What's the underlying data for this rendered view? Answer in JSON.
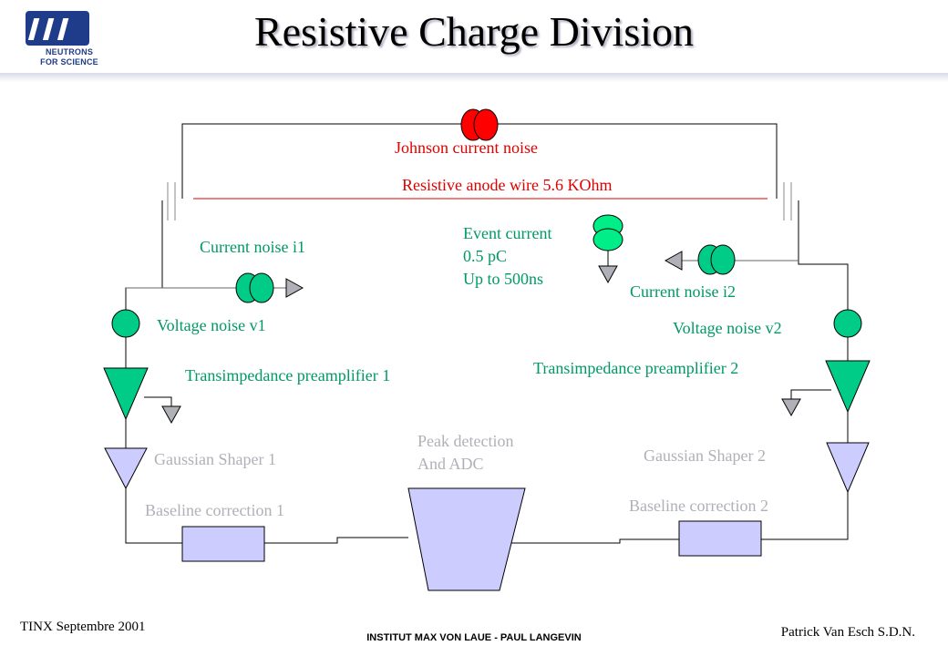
{
  "title": "Resistive Charge Division",
  "logo": {
    "line1": "NEUTRONS",
    "line2": "FOR SCIENCE"
  },
  "labels": {
    "johnson_noise": "Johnson current noise",
    "anode_wire": "Resistive anode wire 5.6 KOhm",
    "event_current_1": "Event current",
    "event_current_2": "0.5 pC",
    "event_current_3": "Up to 500ns",
    "current_noise_i1": "Current noise i1",
    "current_noise_i2": "Current noise i2",
    "voltage_noise_v1": "Voltage noise v1",
    "voltage_noise_v2": "Voltage noise v2",
    "preamp_1": "Transimpedance preamplifier 1",
    "preamp_2": "Transimpedance preamplifier 2",
    "shaper_1": "Gaussian Shaper 1",
    "shaper_2": "Gaussian Shaper 2",
    "peak_detection_1": "Peak detection",
    "peak_detection_2": "And ADC",
    "baseline_1": "Baseline correction 1",
    "baseline_2": "Baseline correction 2"
  },
  "footer": {
    "left": "TINX Septembre 2001",
    "center": "INSTITUT MAX VON LAUE - PAUL LANGEVIN",
    "right": "Patrick Van Esch S.D.N."
  },
  "colors": {
    "green": "#009966",
    "red": "#e00000",
    "grey_text": "#b0b0b8",
    "lavender_fill": "#ccccff",
    "green_fill": "#00cc88",
    "red_fill": "#ff0000",
    "ground_fill": "#b0b0b8"
  }
}
